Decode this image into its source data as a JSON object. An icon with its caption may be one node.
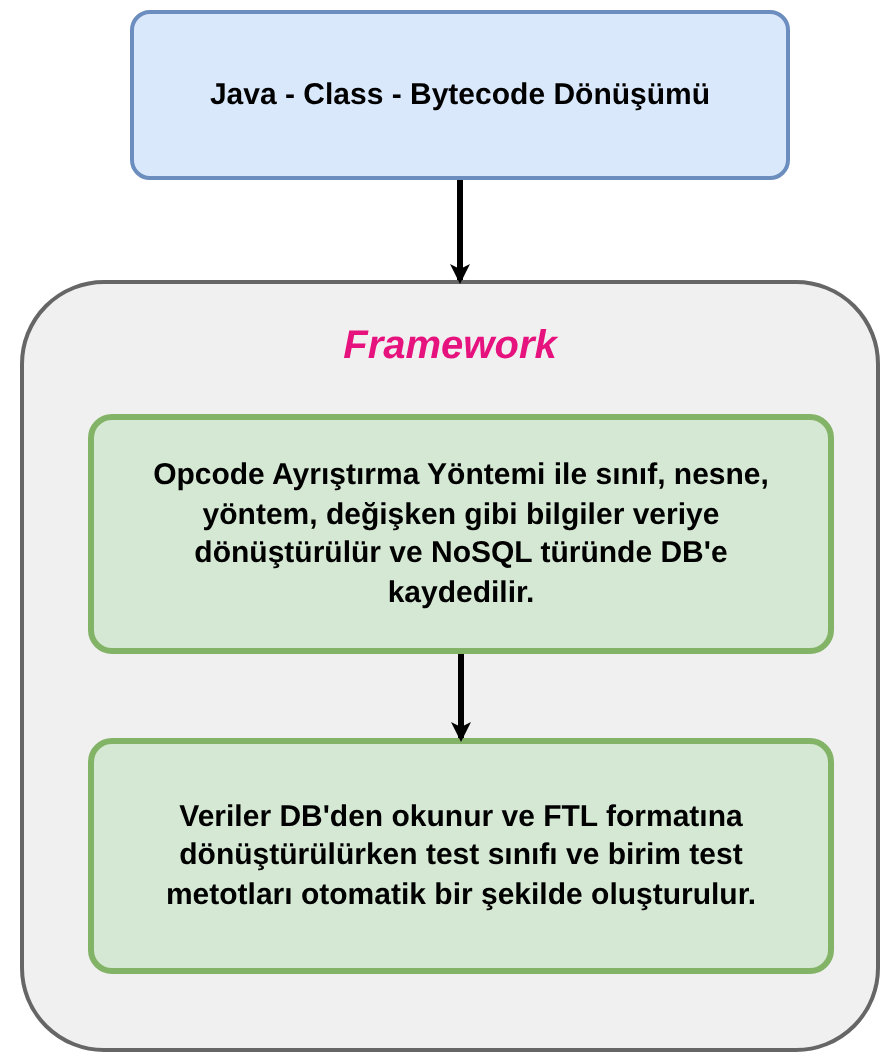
{
  "diagram": {
    "nodes": [
      {
        "text": [
          "Java - Class - Bytecode Dönüşümü"
        ]
      },
      {
        "text": [
          "Framework"
        ]
      },
      {
        "text": [
          "Opcode Ayrıştırma Yöntemi ile sınıf, nesne, yöntem, değişken gibi bilgiler veriye dönüştürülür ve NoSQL türünde DB'e kaydedilir."
        ],
        "in": 1
      },
      {
        "text": [
          "Veriler DB'den okunur ve FTL formatına dönüştürülürken test sınıfı ve birim test metotları otomatik bir şekilde oluşturulur."
        ],
        "in": 1
      }
    ],
    "edges": [
      {
        "from": 0,
        "to": 1,
        "arrow": "to"
      },
      {
        "from": 2,
        "to": 3,
        "arrow": "to"
      }
    ]
  }
}
